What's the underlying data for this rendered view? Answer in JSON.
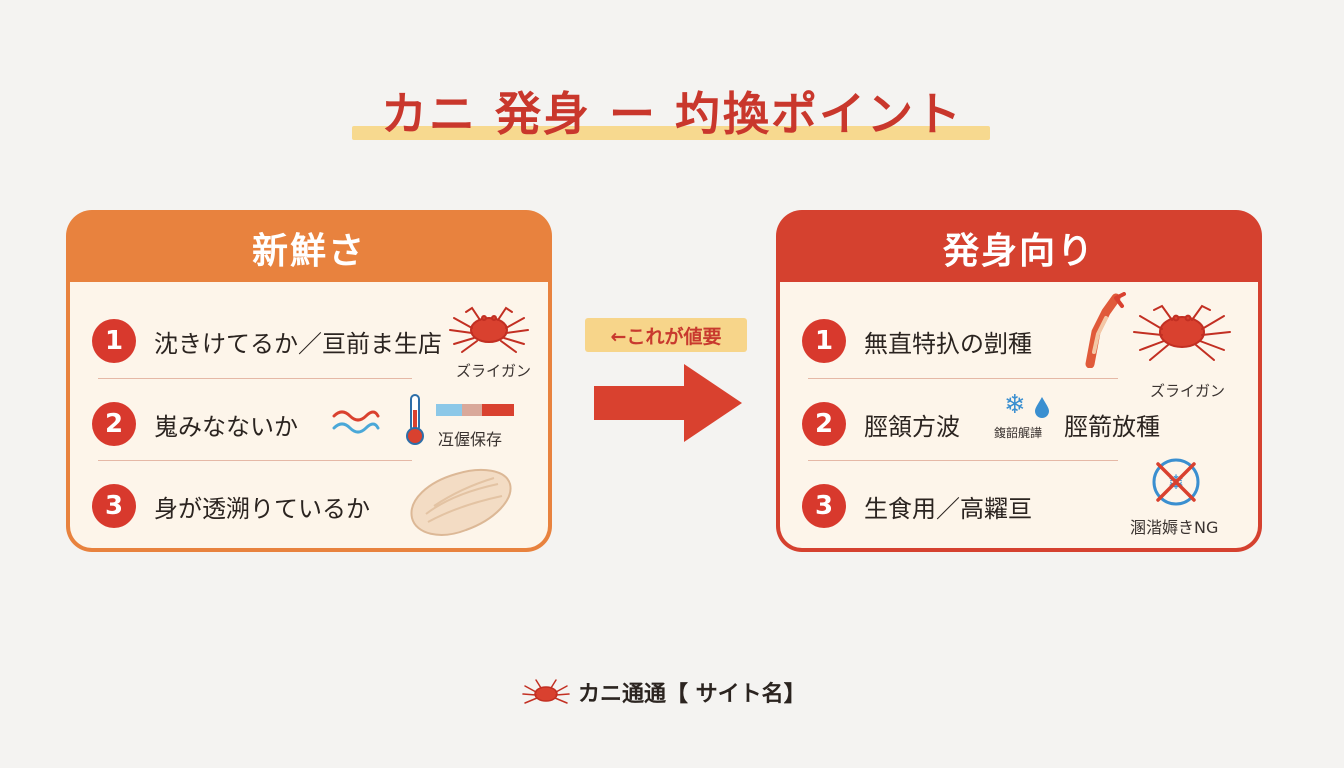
{
  "title": "カニ 発身 ー 圴換ポイント",
  "arrow_label": "←これが値要",
  "left_card": {
    "header": "新鮮さ",
    "items": [
      {
        "num": "1",
        "text": "沈きけてるか／亘前ま生店"
      },
      {
        "num": "2",
        "text": "嵬みなないか"
      },
      {
        "num": "3",
        "text": "身が透溯りているか"
      }
    ],
    "crab_label": "ズライガン",
    "temp_label": "冱偓保存"
  },
  "right_card": {
    "header": "発身向り",
    "items": [
      {
        "num": "1",
        "text": "無直特扖の剴種"
      },
      {
        "num": "2",
        "text": "脛頷方波"
      },
      {
        "num": "3",
        "text": "生食用／高糶亘"
      }
    ],
    "item2_extra": "脛箭放種",
    "crab_label": "ズライガン",
    "freeze_label": "鍑韶艉譁",
    "ng_label": "溷湝媷きNG"
  },
  "footer": "カニ通通【 サイト名】",
  "colors": {
    "title": "#c9372c",
    "left_header": "#e8823e",
    "right_header": "#d5412f",
    "number_badge": "#d8392d",
    "highlight": "#f7d98f"
  }
}
